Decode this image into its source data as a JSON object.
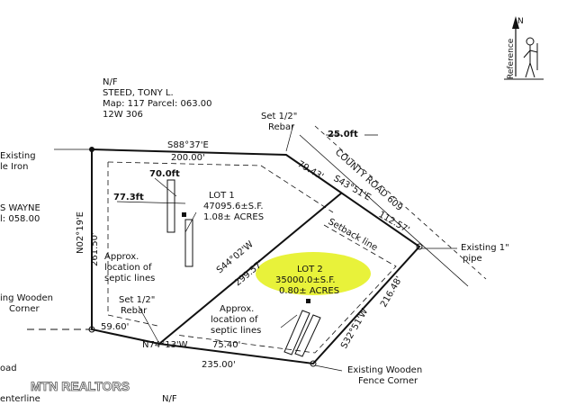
{
  "owner_north": {
    "nf": "N/F",
    "name": "STEED, TONY L.",
    "map_parcel": "Map: 117 Parcel: 063.00",
    "district": "12W 306"
  },
  "owner_west": {
    "name": "S WAYNE",
    "parcel": "l: 058.00"
  },
  "left_labels": {
    "existing": "Existing",
    "iron": "le Iron",
    "wooden": "ing Wooden",
    "corner": "Corner",
    "road": "oad",
    "centerline": "enterline"
  },
  "bottom_nf": "N/F",
  "rebar_top": {
    "line1": "Set 1/2\"",
    "line2": "Rebar"
  },
  "rebar_bottom": {
    "line1": "Set 1/2\"",
    "line2": "Rebar"
  },
  "road": {
    "width": "25.0ft",
    "name": "COUNTY ROAD 609"
  },
  "bearings": {
    "north": "S88°37'E",
    "north_dist": "200.00'",
    "west": "N02°19'E",
    "west_dist": "261.50'",
    "road1": "79.43'",
    "road_bearing": "S43°51'E",
    "road2": "112.57'",
    "divide": "S44°02'W",
    "divide_dist": "299.57'",
    "east": "S32°51'W",
    "east_dist": "216.48'",
    "south": "N74°13'W",
    "south_dist": "235.00'",
    "south_part": "75.40'",
    "southwest": "59.60'"
  },
  "offsets": {
    "top": "70.0ft",
    "left": "77.3ft"
  },
  "lot1": {
    "name": "LOT 1",
    "area": "47095.6±S.F.",
    "acres": "1.08± ACRES"
  },
  "lot2": {
    "name": "LOT 2",
    "area": "35000.0±S.F.",
    "acres": "0.80± ACRES"
  },
  "setback": "Setback line",
  "septic1": {
    "line1": "Approx.",
    "line2": "location of",
    "line3": "septic lines"
  },
  "septic2": {
    "line1": "Approx.",
    "line2": "location of",
    "line3": "septic lines"
  },
  "existing_pipe": {
    "line1": "Existing 1\"",
    "line2": "pipe"
  },
  "existing_fence": {
    "line1": "Existing Wooden",
    "line2": "Fence Corner"
  },
  "reference": "Reference",
  "watermark": "MTN REALTORS",
  "colors": {
    "highlight": "#e8f23a",
    "line": "#111111"
  }
}
